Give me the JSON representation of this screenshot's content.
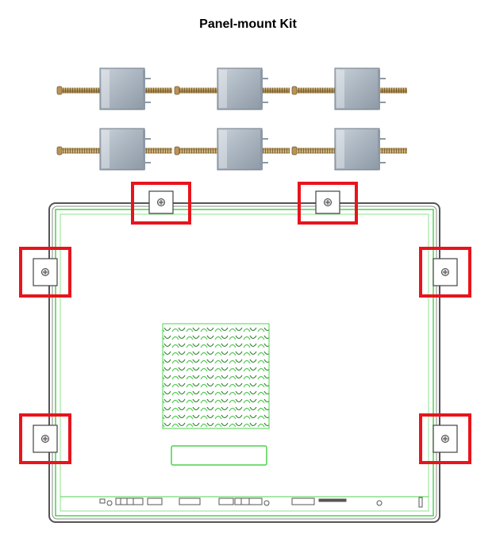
{
  "title": "Panel-mount Kit",
  "kit": {
    "screw_count": 6,
    "rows": 2,
    "per_row": 3
  },
  "panel": {
    "bracket_slot_count": 6
  },
  "colors": {
    "highlight": "#e8141c",
    "panel_outline": "#4fd14f",
    "panel_frame": "#555555",
    "metal_block": "#a9b4bf",
    "screw_thread": "#b89a62"
  }
}
